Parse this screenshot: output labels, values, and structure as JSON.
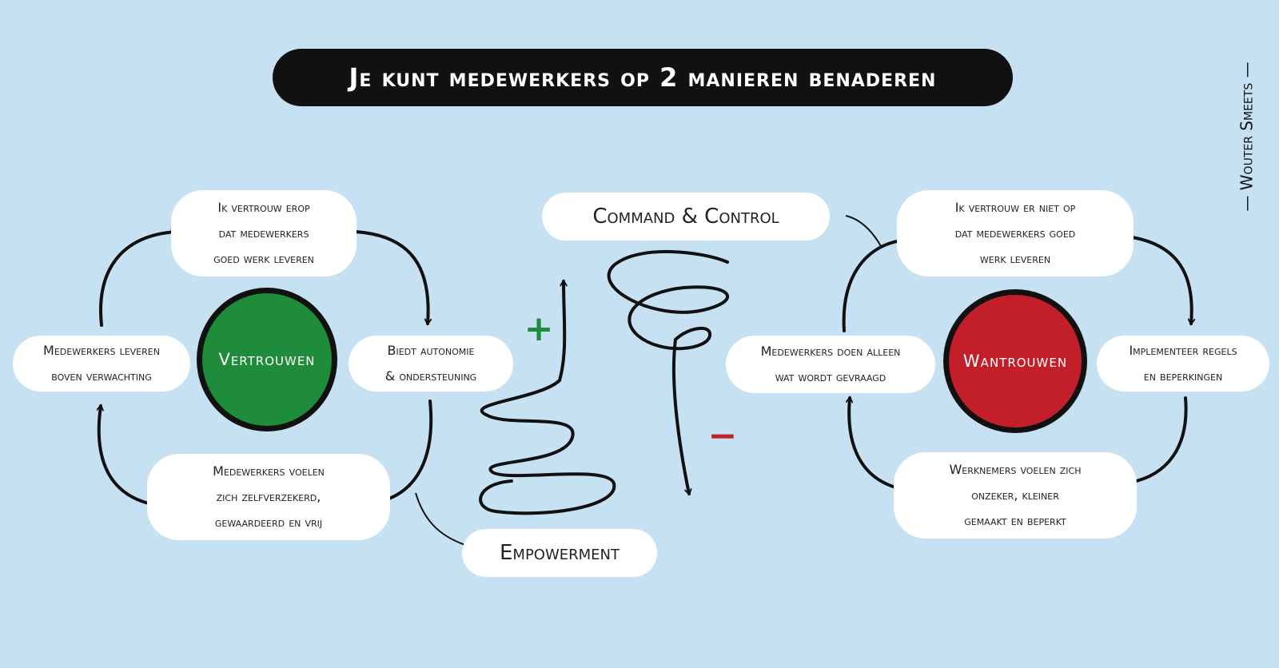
{
  "title": "Je kunt medewerkers op 2 manieren benaderen",
  "author": "— Wouter Smeets —",
  "colors": {
    "background": "#c5e1f2",
    "trust": "#1e8c3a",
    "distrust": "#c21f2a",
    "plus": "#1e8c3a",
    "minus": "#c21f2a"
  },
  "left_cycle": {
    "center": "Vertrouwen",
    "top": [
      "Ik vertrouw erop",
      "dat medewerkers",
      "goed werk leveren"
    ],
    "right": [
      "Biedt autonomie",
      "& ondersteuning"
    ],
    "bottom": [
      "Medewerkers voelen",
      "zich zelfverzekerd,",
      "gewaardeerd en vrij"
    ],
    "left": [
      "Medewerkers leveren",
      "boven verwachting"
    ]
  },
  "right_cycle": {
    "center": "Wantrouwen",
    "top": [
      "Ik vertrouw er niet op",
      "dat medewerkers goed",
      "werk leveren"
    ],
    "right": [
      "Implementeer regels",
      "en beperkingen"
    ],
    "bottom": [
      "Werknemers voelen zich",
      "onzeker, kleiner",
      "gemaakt en beperkt"
    ],
    "left": [
      "Medewerkers doen alleen",
      "wat wordt gevraagd"
    ]
  },
  "middle": {
    "empowerment": "Empowerment",
    "command_control": "Command & Control",
    "plus_sign": "+",
    "minus_sign": "−"
  }
}
